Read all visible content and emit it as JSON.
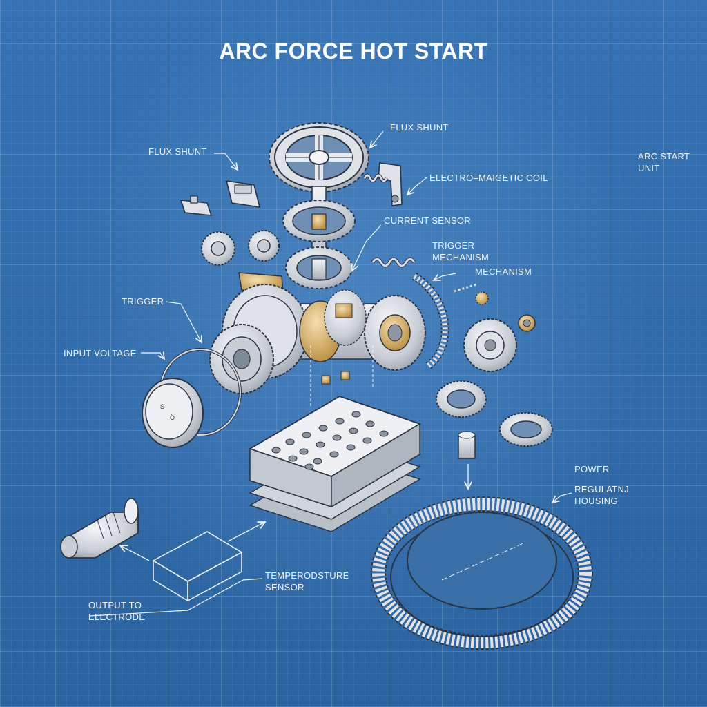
{
  "title": "ARC FORCE HOT START",
  "labels": {
    "flux_shunt_top": "FLUX SHUNT",
    "flux_shunt_left": "FLUX SHUNT",
    "arc_start_unit": "ARC START\nUNIT",
    "electromagnetic_coil": "ELECTRO–MAIGETIC COIL",
    "current_sensor": "CURRENT SENSOR",
    "trigger_mechanism": "TRIGGER\nMECHANISM",
    "mechanism": "MECHANISM",
    "trigger": "TRIGGER",
    "input_voltage": "INPUT VOLTAGE",
    "power": "POWER",
    "regulating_housing": "REGULATNJ\nHOUSING",
    "temperature_sensor": "TEMPERODSTURE\nSENSOR",
    "output_to_electrode": "OUTPUT TO\nELECTRODE"
  },
  "colors": {
    "background": "#2f6aa6",
    "metal": "#d9dde2",
    "brass": "#d8b25a",
    "line": "#2a3340",
    "text": "#f2f6fb"
  }
}
